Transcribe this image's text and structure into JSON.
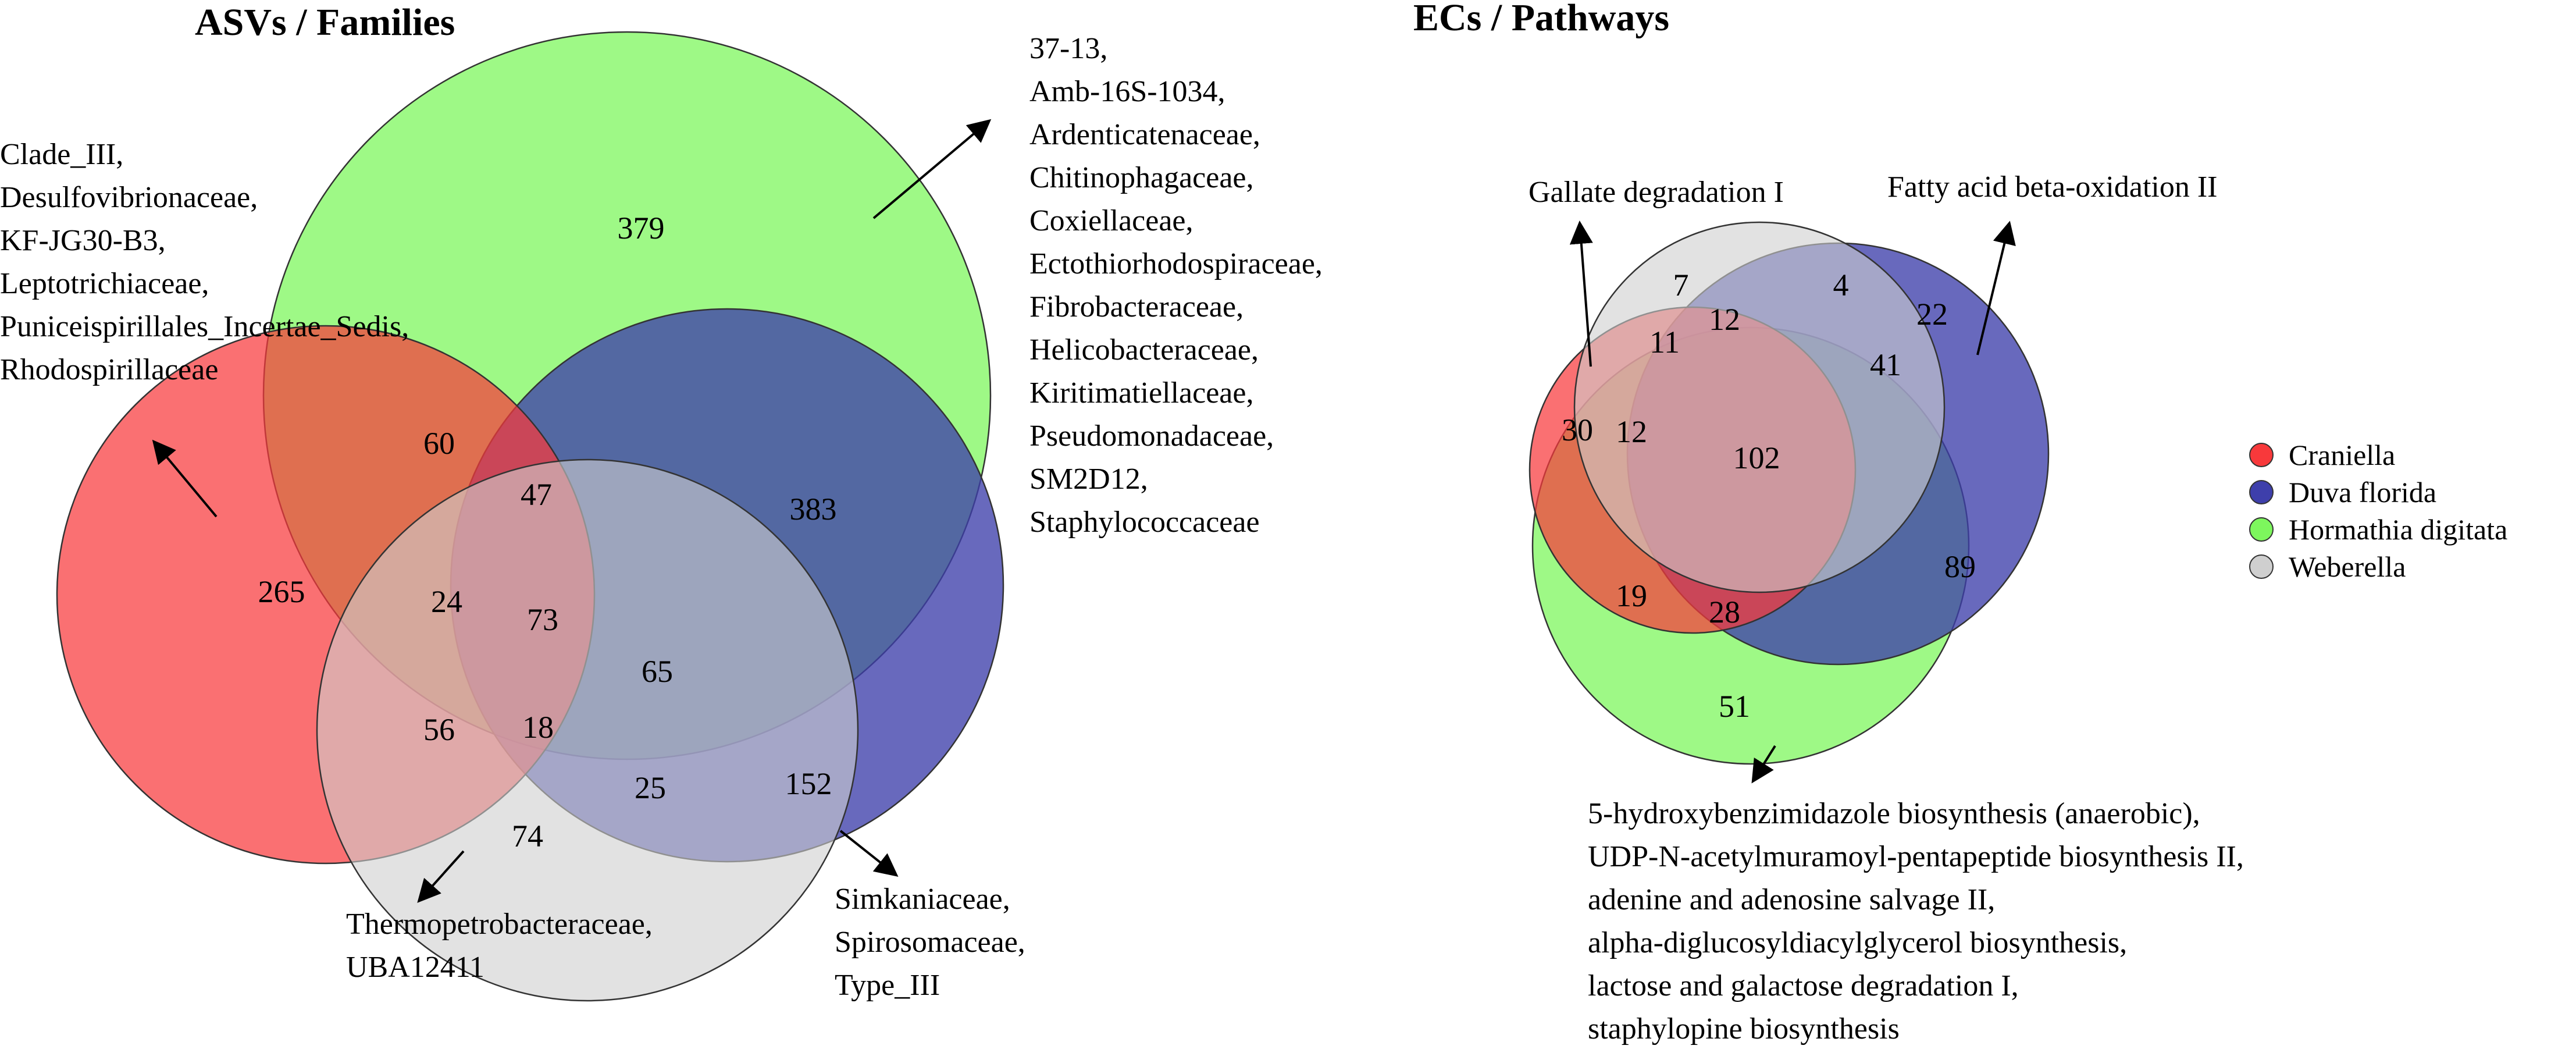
{
  "panels": {
    "asv": {
      "title": "ASVs / Families",
      "counts": {
        "weberella_green": "379",
        "craniella_green": "60",
        "craniella_only": "265",
        "craniella_green_duva": "47",
        "green_duva": "383",
        "craniella_green_weberella": "24",
        "all_four": "73",
        "green_duva_weberella": "65",
        "craniella_weberella": "56",
        "craniella_duva_weberella": "18",
        "duva_weberella": "25",
        "duva_only": "152",
        "weberella_only": "74"
      },
      "annotations": {
        "craniella": [
          "Clade_III,",
          "Desulfovibrionaceae,",
          "KF-JG30-B3,",
          "Leptotrichiaceae,",
          "Puniceispirillales_Incertae_Sedis,",
          "Rhodospirillaceae"
        ],
        "hormathia": [
          "37-13,",
          "Amb-16S-1034,",
          "Ardenticatenaceae,",
          "Chitinophagaceae,",
          "Coxiellaceae,",
          "Ectothiorhodospiraceae,",
          "Fibrobacteraceae,",
          "Helicobacteraceae,",
          "Kiritimatiellaceae,",
          "Pseudomonadaceae,",
          "SM2D12,",
          "Staphylococcaceae"
        ],
        "weberella": [
          "Thermopetrobacteraceae,",
          "UBA12411"
        ],
        "duva": [
          "Simkaniaceae,",
          "Spirosomaceae,",
          "Type_III"
        ]
      }
    },
    "ec": {
      "title": "ECs / Pathways",
      "counts": {
        "weberella_only": "7",
        "duva_weberella": "4",
        "duva_only": "22",
        "craniella_weberella": "11",
        "craniella_weberella_duva": "12",
        "craniella_only": "30",
        "craniella_weberella_green": "12",
        "all_four": "102",
        "weberella_duva_green": "41",
        "duva_green": "89",
        "craniella_green": "19",
        "craniella_duva_green": "28",
        "green_only": "51"
      },
      "annotations": {
        "craniella": [
          "Gallate degradation I"
        ],
        "duva": [
          "Fatty acid beta-oxidation II"
        ],
        "hormathia": [
          "5-hydroxybenzimidazole biosynthesis (anaerobic),",
          "UDP-N-acetylmuramoyl-pentapeptide biosynthesis II,",
          "adenine and adenosine salvage II,",
          "alpha-diglucosyldiacylglycerol biosynthesis,",
          "lactose and galactose degradation I,",
          "staphylopine biosynthesis"
        ]
      }
    }
  },
  "legend": [
    {
      "label": "Craniella",
      "color": "#f8393b"
    },
    {
      "label": "Duva florida",
      "color": "#3e3fab"
    },
    {
      "label": "Hormathia digitata",
      "color": "#7df75d"
    },
    {
      "label": "Weberella",
      "color": "#cfcfcf"
    }
  ],
  "colors": {
    "craniella": "#f8393b",
    "duva": "#3e3fab",
    "hormathia": "#7df75d",
    "weberella": "#cfcfcf",
    "outline": "#333333"
  }
}
